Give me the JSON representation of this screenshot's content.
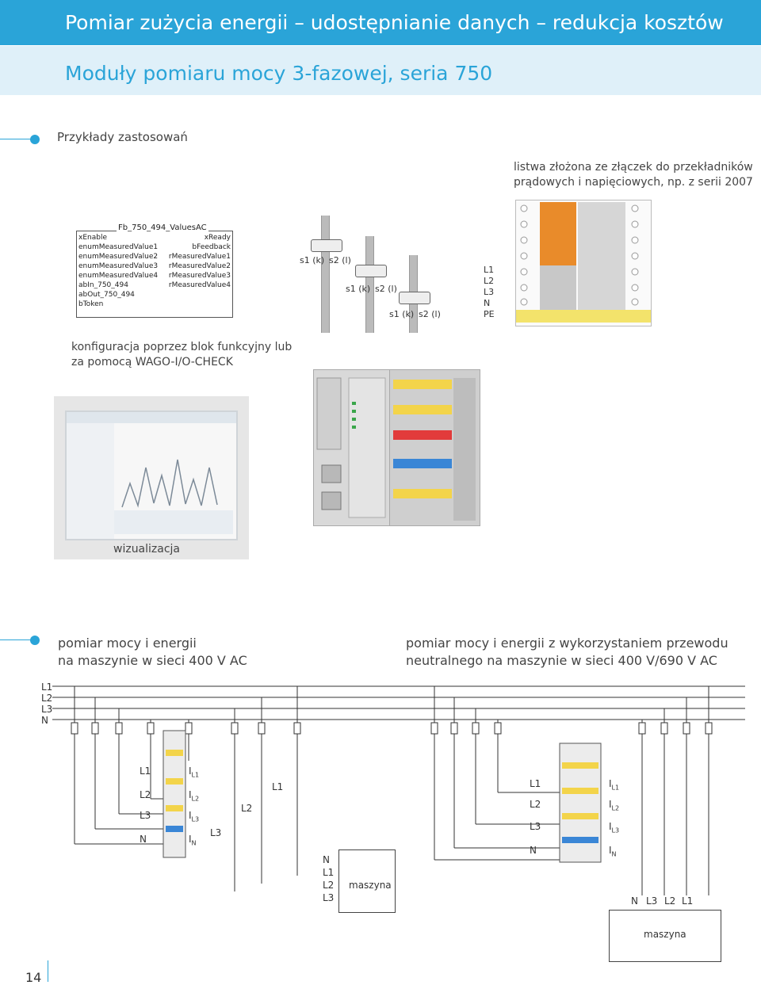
{
  "header": {
    "title": "Pomiar zużycia energii – udostępnianie danych – redukcja kosztów",
    "subtitle": "Moduły pomiaru mocy 3-fazowej, seria 750"
  },
  "section1": {
    "heading": "Przykłady zastosowań",
    "strip_caption_1": "listwa złożona ze złączek do przekładników",
    "strip_caption_2": "prądowych i napięciowych, np. z serii 2007",
    "config_caption_1": "konfiguracja poprzez blok funkcyjny lub",
    "config_caption_2": "za pomocą WAGO-I/O-CHECK",
    "visualization_caption": "wizualizacja"
  },
  "function_block": {
    "title": "Fb_750_494_ValuesAC",
    "inputs": [
      "xEnable",
      "enumMeasuredValue1",
      "enumMeasuredValue2",
      "enumMeasuredValue3",
      "enumMeasuredValue4",
      "abIn_750_494",
      "abOut_750_494",
      "bToken"
    ],
    "outputs": [
      "xReady",
      "bFeedback",
      "rMeasuredValue1",
      "rMeasuredValue2",
      "rMeasuredValue3",
      "rMeasuredValue4"
    ]
  },
  "transformers": {
    "ct1": {
      "s1": "s1 (k)",
      "s2": "s2 (l)"
    },
    "ct2": {
      "s1": "s1 (k)",
      "s2": "s2 (l)"
    },
    "ct3": {
      "s1": "s1 (k)",
      "s2": "s2 (l)"
    },
    "phases": [
      "L1",
      "L2",
      "L3",
      "N",
      "PE"
    ]
  },
  "section2": {
    "left_caption_1": "pomiar mocy i energii",
    "left_caption_2": "na maszynie w sieci 400 V AC",
    "right_caption_1": "pomiar mocy i energii z wykorzystaniem  przewodu",
    "right_caption_2": "neutralnego na maszynie w sieci 400 V/690 V AC"
  },
  "bus_labels": [
    "L1",
    "L2",
    "L3",
    "N"
  ],
  "left_diagram": {
    "phase_labels": [
      "L1",
      "L2",
      "L3",
      "N"
    ],
    "current_labels": [
      {
        "i": "I",
        "sub": "L1"
      },
      {
        "i": "I",
        "sub": "L2"
      },
      {
        "i": "I",
        "sub": "L3"
      },
      {
        "i": "I",
        "sub": "N"
      }
    ],
    "coil_labels": [
      "L1",
      "L2",
      "L3"
    ],
    "machine_terminals": [
      "N",
      "L1",
      "L2",
      "L3"
    ],
    "machine_label": "maszyna"
  },
  "right_diagram": {
    "phase_labels": [
      "L1",
      "L2",
      "L3",
      "N"
    ],
    "current_labels": [
      {
        "i": "I",
        "sub": "L1"
      },
      {
        "i": "I",
        "sub": "L2"
      },
      {
        "i": "I",
        "sub": "L3"
      },
      {
        "i": "I",
        "sub": "N"
      }
    ],
    "machine_terminals": [
      "N",
      "L3",
      "L2",
      "L1"
    ],
    "machine_label": "maszyna"
  },
  "page_number": "14",
  "colors": {
    "brand_blue": "#2aa4d8",
    "light_blue": "#dff0f9"
  }
}
